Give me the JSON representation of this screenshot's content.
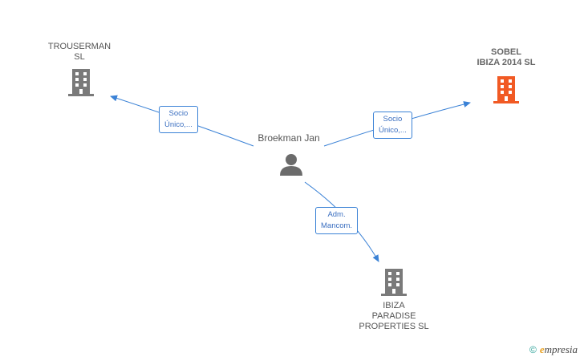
{
  "person": {
    "name": "Broekman Jan"
  },
  "companies": {
    "trouserman": {
      "line1": "TROUSERMAN",
      "line2": "SL"
    },
    "sobel": {
      "line1": "SOBEL",
      "line2": "IBIZA 2014  SL"
    },
    "ibiza": {
      "line1": "IBIZA",
      "line2": "PARADISE",
      "line3": "PROPERTIES SL"
    }
  },
  "edges": {
    "to_trouserman": {
      "line1": "Socio",
      "line2": "Único,..."
    },
    "to_sobel": {
      "line1": "Socio",
      "line2": "Único,..."
    },
    "to_ibiza": {
      "line1": "Adm.",
      "line2": "Mancom."
    }
  },
  "footer": {
    "copyright_symbol": "©",
    "brand_initial": "e",
    "brand_rest": "mpresia"
  },
  "colors": {
    "edge": "#3b82d6",
    "company": "#7a7a7a",
    "highlight": "#f15a24",
    "person": "#6b6b6b"
  },
  "icons": {
    "company": "building-icon",
    "person": "person-icon"
  }
}
